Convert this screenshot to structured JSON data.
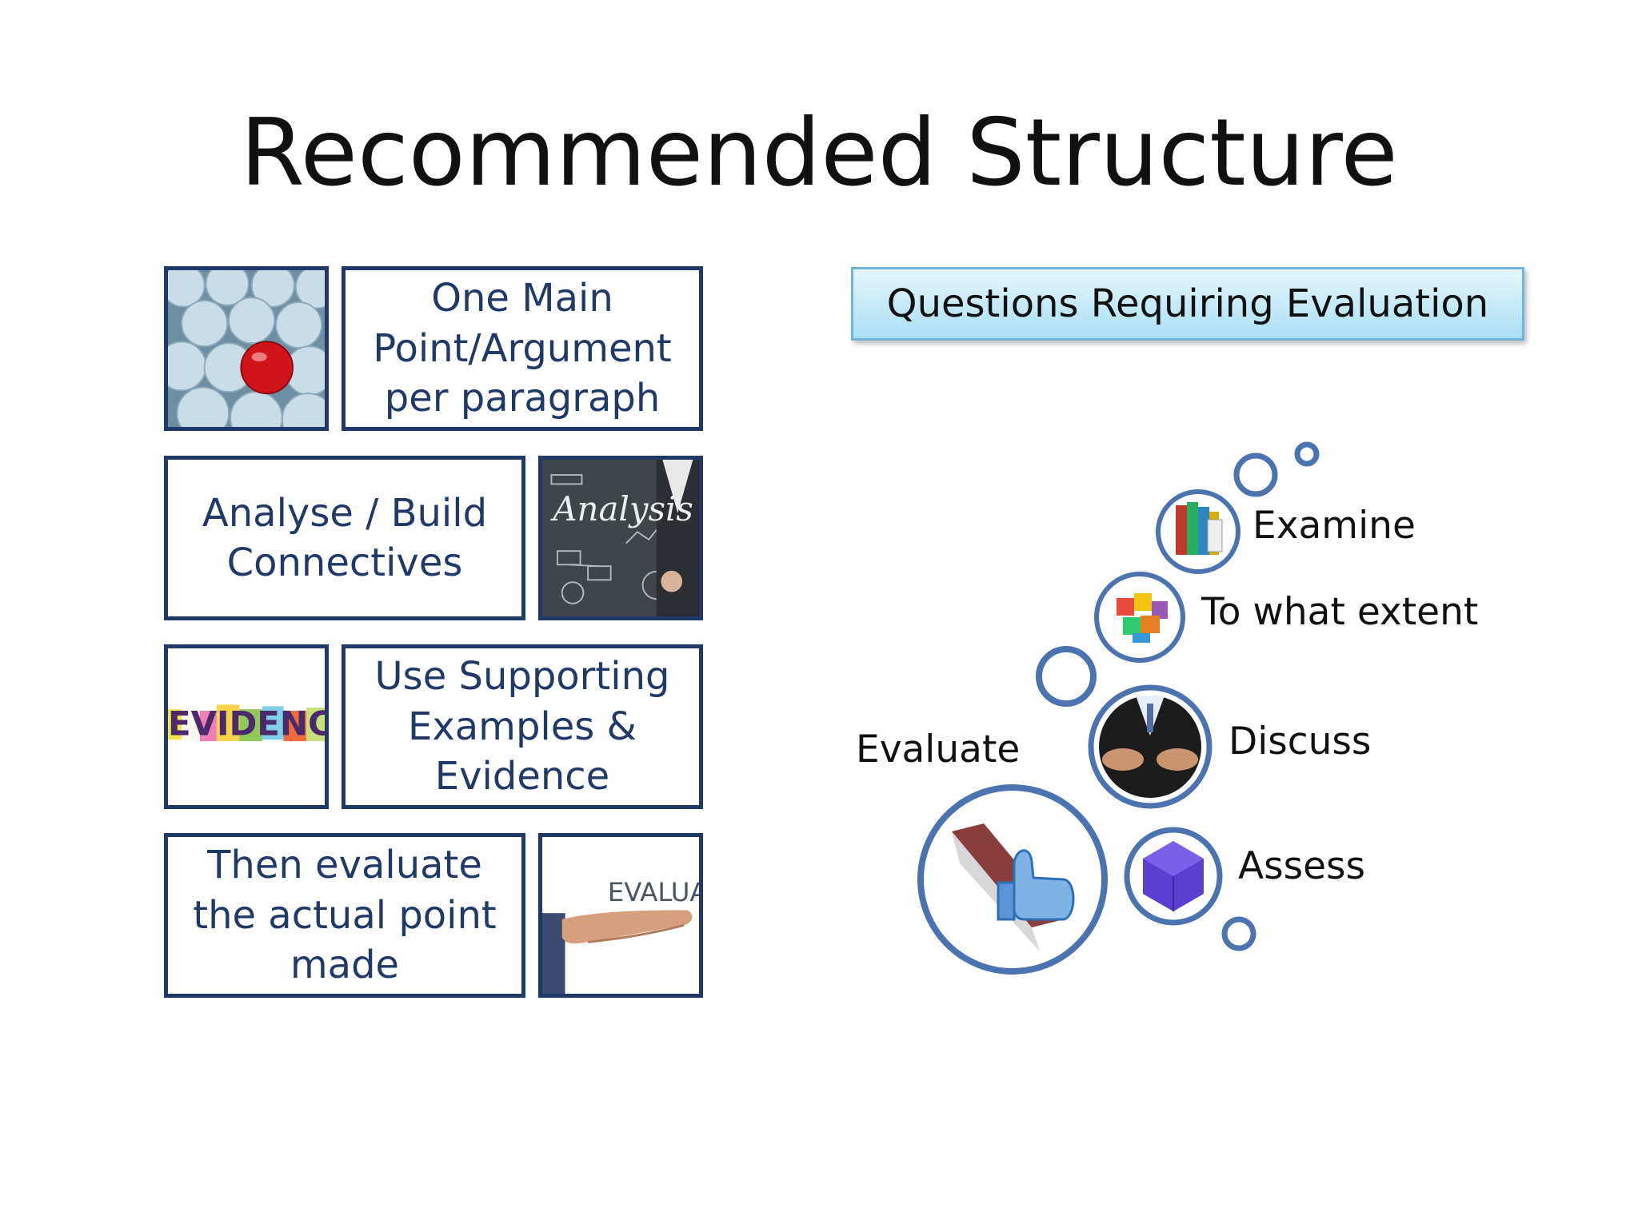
{
  "slide": {
    "title": "Recommended Structure",
    "left_boxes": [
      {
        "text": "One Main\nPoint/Argument\nper paragraph",
        "image": "red-ball-among-blue-balls"
      },
      {
        "text": "Analyse / Build\nConnectives",
        "image": "analysis-chalkboard"
      },
      {
        "text": "Use Supporting\nExamples &\nEvidence",
        "image": "evidence-letters",
        "image_text": "EVIDENCE"
      },
      {
        "text": "Then evaluate\nthe  actual point\nmade",
        "image": "evaluate-hand",
        "image_text": "EVALUA"
      }
    ],
    "right": {
      "banner": "Questions Requiring Evaluation",
      "terms": {
        "examine": "Examine",
        "to_what_extent": "To what extent",
        "discuss": "Discuss",
        "assess": "Assess",
        "evaluate": "Evaluate"
      }
    },
    "colors": {
      "box_border": "#1f3a68",
      "box_text": "#1f3a68",
      "banner_fill": "#a9dff4",
      "bubble_ring": "#4a73b0"
    }
  }
}
